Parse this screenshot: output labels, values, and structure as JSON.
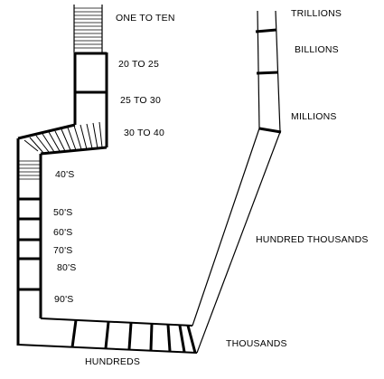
{
  "labels": {
    "one_to_ten": "ONE TO TEN",
    "twenty_to_25": "20 TO 25",
    "twenty5_to_30": "25 TO 30",
    "thirty_to_40": "30 TO 40",
    "forties": "40'S",
    "fifties": "50'S",
    "sixties": "60'S",
    "seventies": "70'S",
    "eighties": "80'S",
    "nineties": "90'S",
    "hundreds": "HUNDREDS",
    "thousands": "THOUSANDS",
    "hundred_thousands": "HUNDRED THOUSANDS",
    "millions": "MILLIONS",
    "billions": "BILLIONS",
    "trillions": "TRILLIONS"
  },
  "colors": {
    "ink": "#000000",
    "background": "#ffffff"
  }
}
